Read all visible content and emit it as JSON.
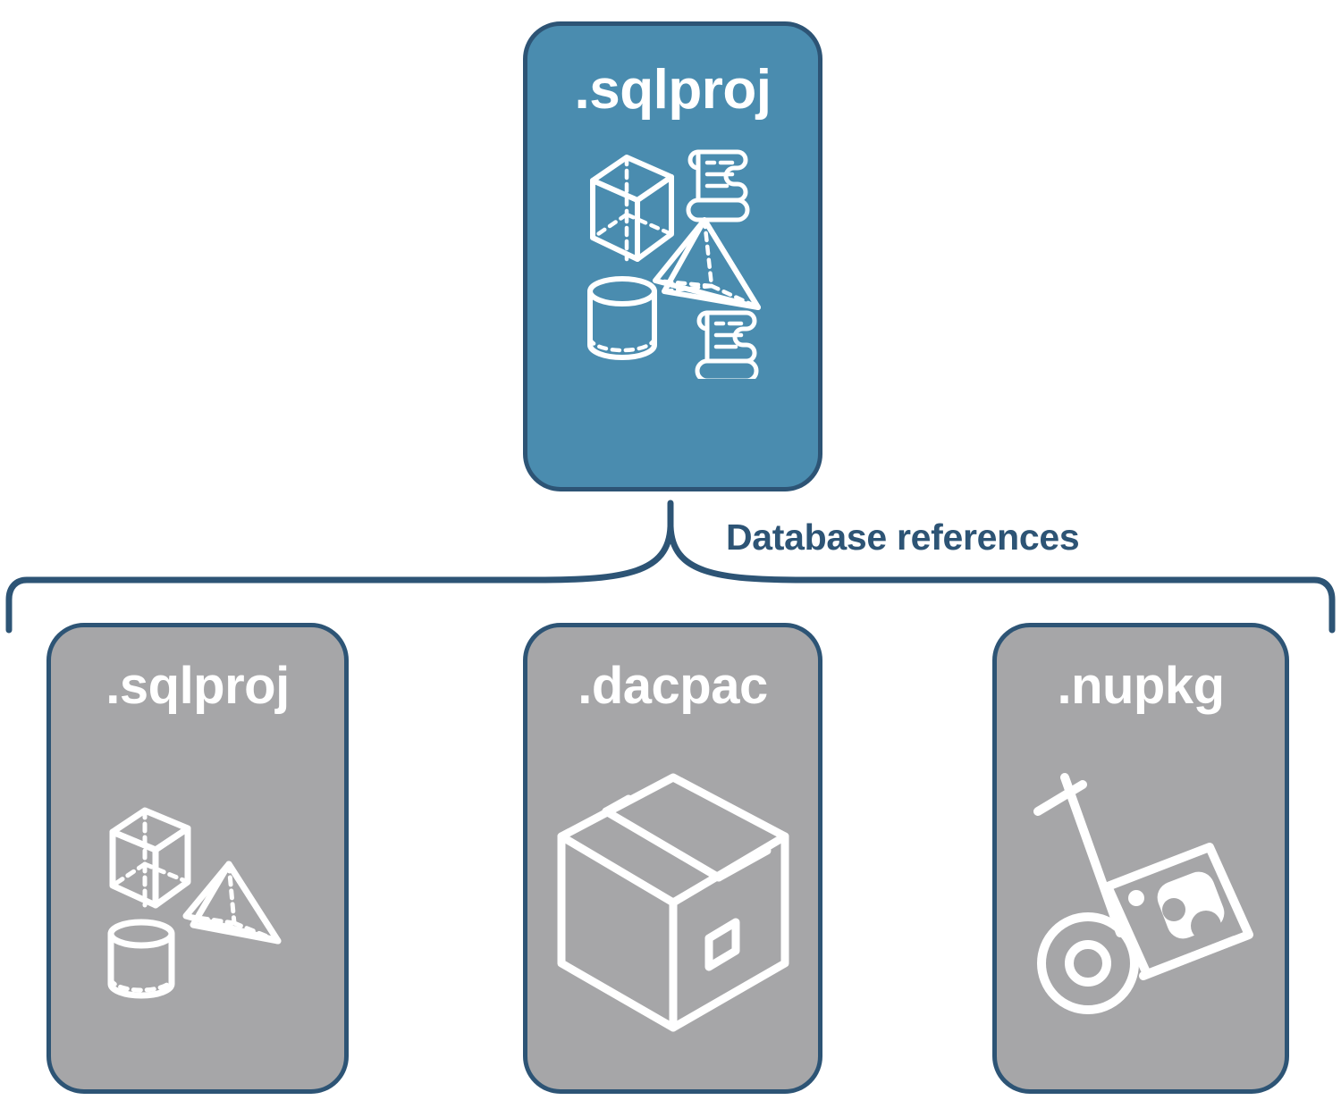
{
  "diagram": {
    "title_text": "Database references",
    "colors": {
      "accent_blue": "#4a8caf",
      "border_navy": "#2d5475",
      "gray_fill": "#a6a6a8",
      "label_text": "#2d5475",
      "icon_white": "#ffffff",
      "background": "#ffffff"
    },
    "root": {
      "label": ".sqlproj",
      "icons": [
        "cube-wireframe-icon",
        "scroll-document-icon",
        "pyramid-wireframe-icon",
        "cylinder-wireframe-icon",
        "scroll-document-icon"
      ]
    },
    "connector": {
      "label": "Database references",
      "style": "curly-brace",
      "branch_count": 3
    },
    "references": [
      {
        "label": ".sqlproj",
        "icon": "database-objects-icon"
      },
      {
        "label": ".dacpac",
        "icon": "package-box-icon"
      },
      {
        "label": ".nupkg",
        "icon": "hand-truck-package-icon"
      }
    ]
  }
}
